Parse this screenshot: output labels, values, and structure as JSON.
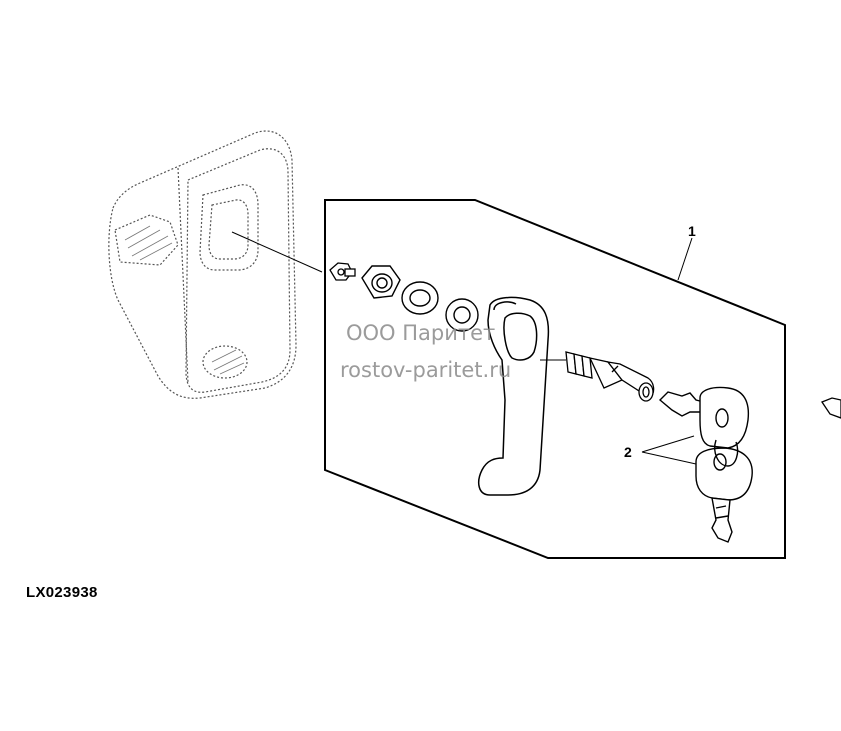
{
  "diagram": {
    "callouts": [
      {
        "id": "callout-1",
        "label": "1"
      },
      {
        "id": "callout-2",
        "label": "2"
      }
    ],
    "watermark": {
      "line1": "ООО Паритет",
      "line2": "rostov-paritet.ru"
    },
    "figure_id": "LX023938"
  },
  "colors": {
    "line": "#000000",
    "dotted": "#555555",
    "watermark": "#8a8a8a"
  }
}
